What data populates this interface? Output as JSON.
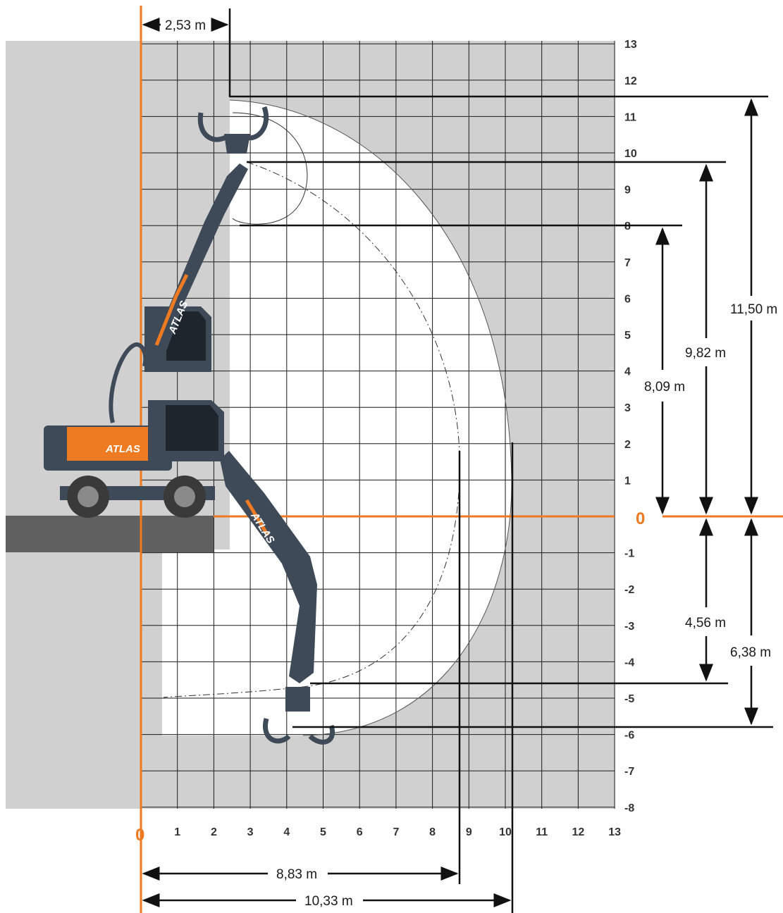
{
  "diagram": {
    "x_ticks": [
      "1",
      "2",
      "3",
      "4",
      "5",
      "6",
      "7",
      "8",
      "9",
      "10",
      "11",
      "12",
      "13"
    ],
    "y_ticks": [
      "13",
      "12",
      "11",
      "10",
      "9",
      "8",
      "7",
      "6",
      "5",
      "4",
      "3",
      "2",
      "1",
      "-1",
      "-2",
      "-3",
      "-4",
      "-5",
      "-6",
      "-7",
      "-8"
    ],
    "origin_x_label": "0",
    "origin_y_label": "0",
    "dimensions": {
      "offset": "2,53 m",
      "max_height": "11,50 m",
      "height_2": "9,82 m",
      "height_3": "8,09 m",
      "depth_1": "4,56 m",
      "depth_2": "6,38 m",
      "reach_1": "8,83 m",
      "reach_2": "10,33 m"
    },
    "brand": "ATLAS",
    "colors": {
      "accent": "#ee7a22",
      "grid_bg": "#d0d0d0",
      "working_area": "#ffffff",
      "machine_body": "#3e4a57",
      "ground": "#606060"
    }
  }
}
